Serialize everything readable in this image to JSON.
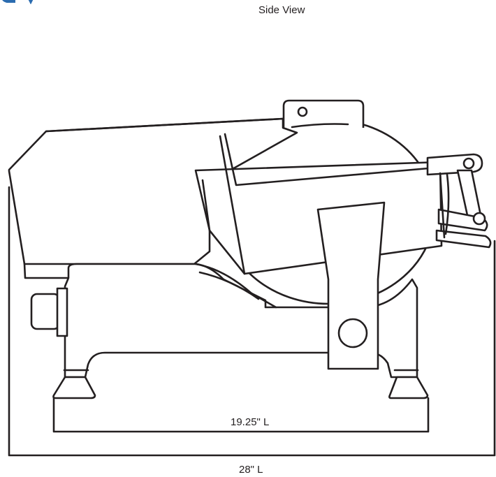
{
  "view_title": "Side View",
  "dimensions": {
    "base_length": "19.25\" L",
    "overall_length": "28\" L"
  },
  "colors": {
    "line": "#231f20",
    "brand_blue": "#2b6cb0",
    "background": "#ffffff"
  }
}
